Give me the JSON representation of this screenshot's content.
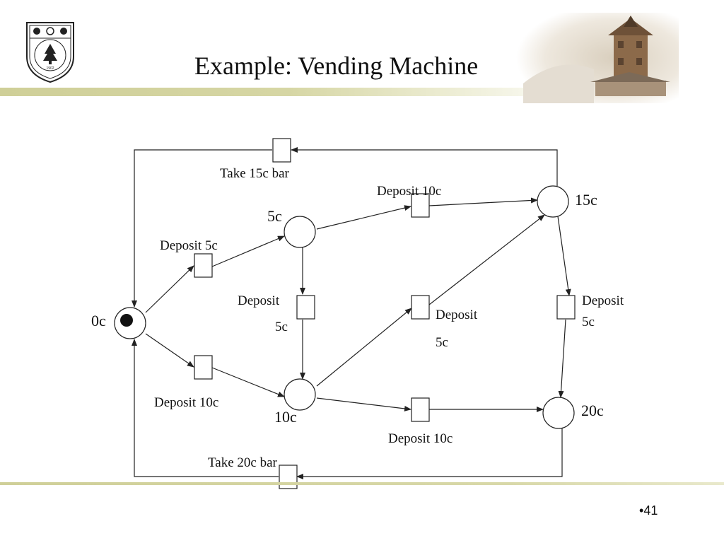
{
  "slide": {
    "title": "Example: Vending Machine",
    "page_number": "41",
    "page_bullet": "•"
  },
  "logo": {
    "year_text": "1902"
  },
  "diagram": {
    "places": {
      "p0": "0c",
      "p5": "5c",
      "p10": "10c",
      "p15": "15c",
      "p20": "20c"
    },
    "transitions": {
      "take15": "Take 15c bar",
      "d10_5_15": "Deposit 10c",
      "d5_0_5": "Deposit 5c",
      "d5_5_10_line1": "Deposit",
      "d5_5_10_line2": "5c",
      "d5_10_15_line1": "Deposit",
      "d5_10_15_line2": "5c",
      "d5_15_20_line1": "Deposit",
      "d5_15_20_line2": "5c",
      "d10_0_10": "Deposit 10c",
      "d10_10_20": "Deposit 10c",
      "take20": "Take 20c bar"
    }
  }
}
